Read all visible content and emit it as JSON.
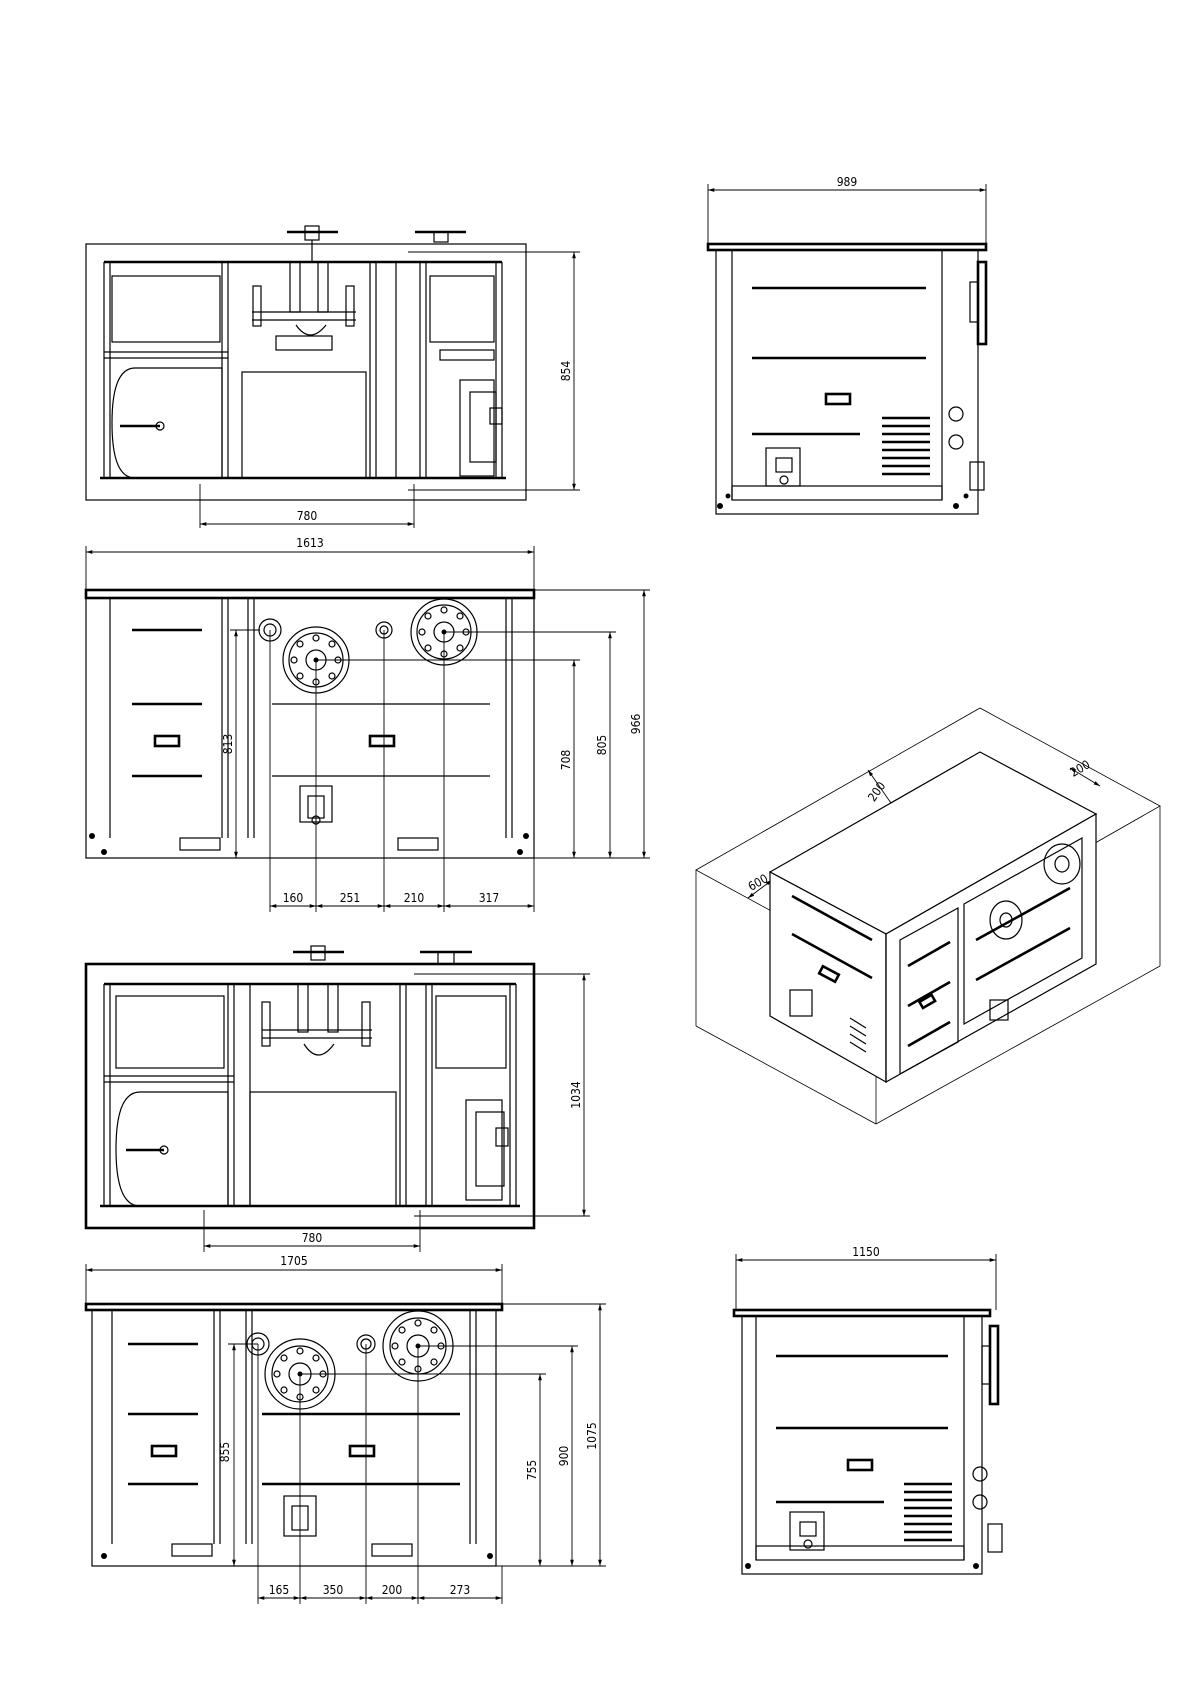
{
  "views": {
    "small_front": {
      "width_dim": "780",
      "height_dim": "854"
    },
    "small_top": {
      "width_dim": "1613",
      "chain_dims": [
        "160",
        "251",
        "210",
        "317"
      ],
      "vert_dims": [
        "813",
        "708",
        "805",
        "966"
      ]
    },
    "small_side": {
      "width_dim": "989"
    },
    "isometric": {
      "clearances": [
        "200",
        "200",
        "600"
      ]
    },
    "large_front": {
      "width_dim": "780",
      "height_dim": "1034"
    },
    "large_top": {
      "width_dim": "1705",
      "chain_dims": [
        "165",
        "350",
        "200",
        "273"
      ],
      "vert_dims": [
        "855",
        "755",
        "900",
        "1075"
      ]
    },
    "large_side": {
      "width_dim": "1150"
    }
  }
}
